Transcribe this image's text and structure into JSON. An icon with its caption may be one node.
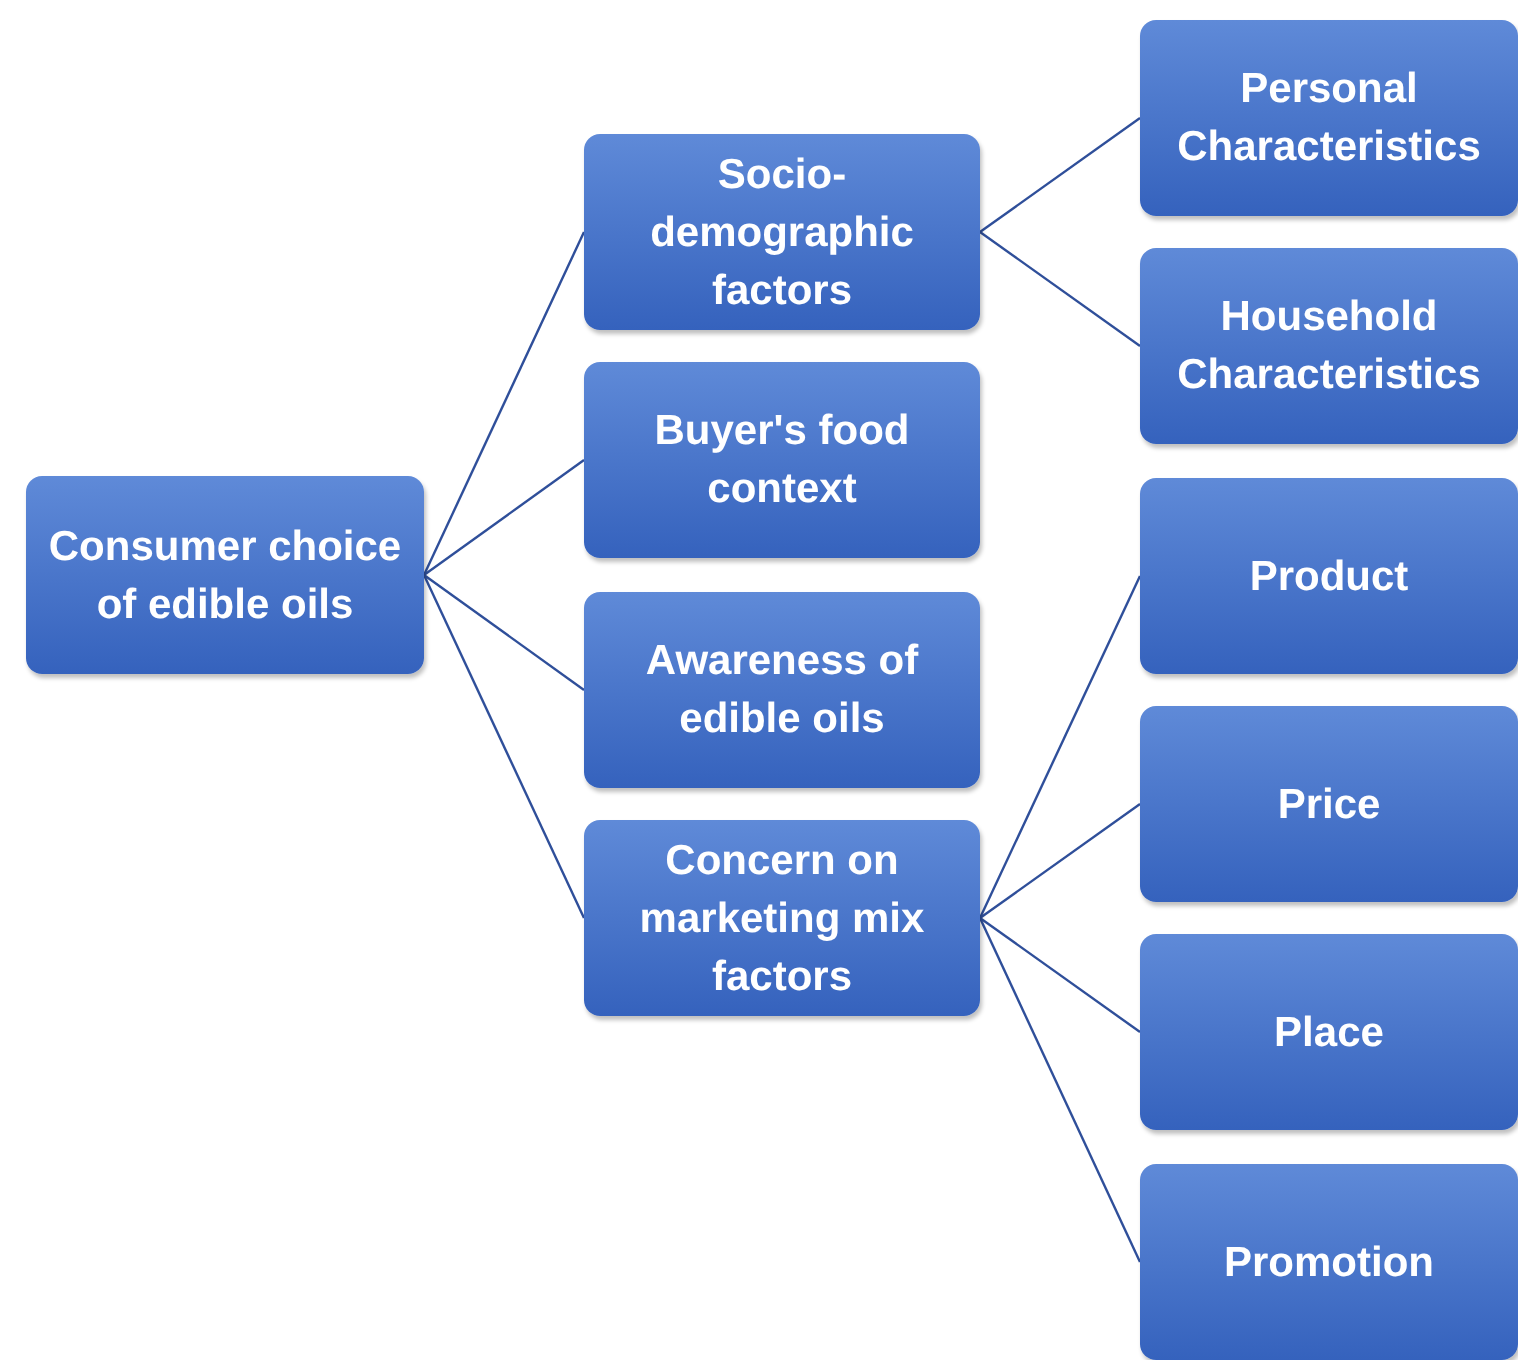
{
  "diagram": {
    "nodes": [
      {
        "text": [
          "Consumer choice of edible oils"
        ]
      },
      {
        "text": [
          "Socio- demographic factors"
        ]
      },
      {
        "text": [
          "Buyer's food context"
        ]
      },
      {
        "text": [
          "Awareness of edible oils"
        ]
      },
      {
        "text": [
          "Concern on marketing mix factors"
        ]
      },
      {
        "text": [
          "Personal Characteristics"
        ]
      },
      {
        "text": [
          "Household Characteristics"
        ]
      },
      {
        "text": [
          "Product"
        ]
      },
      {
        "text": [
          "Price"
        ]
      },
      {
        "text": [
          "Place"
        ]
      },
      {
        "text": [
          "Promotion"
        ]
      }
    ],
    "edges": [
      {
        "from": 0,
        "to": 1,
        "arrow": "none"
      },
      {
        "from": 0,
        "to": 2,
        "arrow": "none"
      },
      {
        "from": 0,
        "to": 3,
        "arrow": "none"
      },
      {
        "from": 0,
        "to": 4,
        "arrow": "none"
      },
      {
        "from": 1,
        "to": 5,
        "arrow": "none"
      },
      {
        "from": 1,
        "to": 6,
        "arrow": "none"
      },
      {
        "from": 4,
        "to": 7,
        "arrow": "none"
      },
      {
        "from": 4,
        "to": 8,
        "arrow": "none"
      },
      {
        "from": 4,
        "to": 9,
        "arrow": "none"
      },
      {
        "from": 4,
        "to": 10,
        "arrow": "none"
      }
    ]
  }
}
